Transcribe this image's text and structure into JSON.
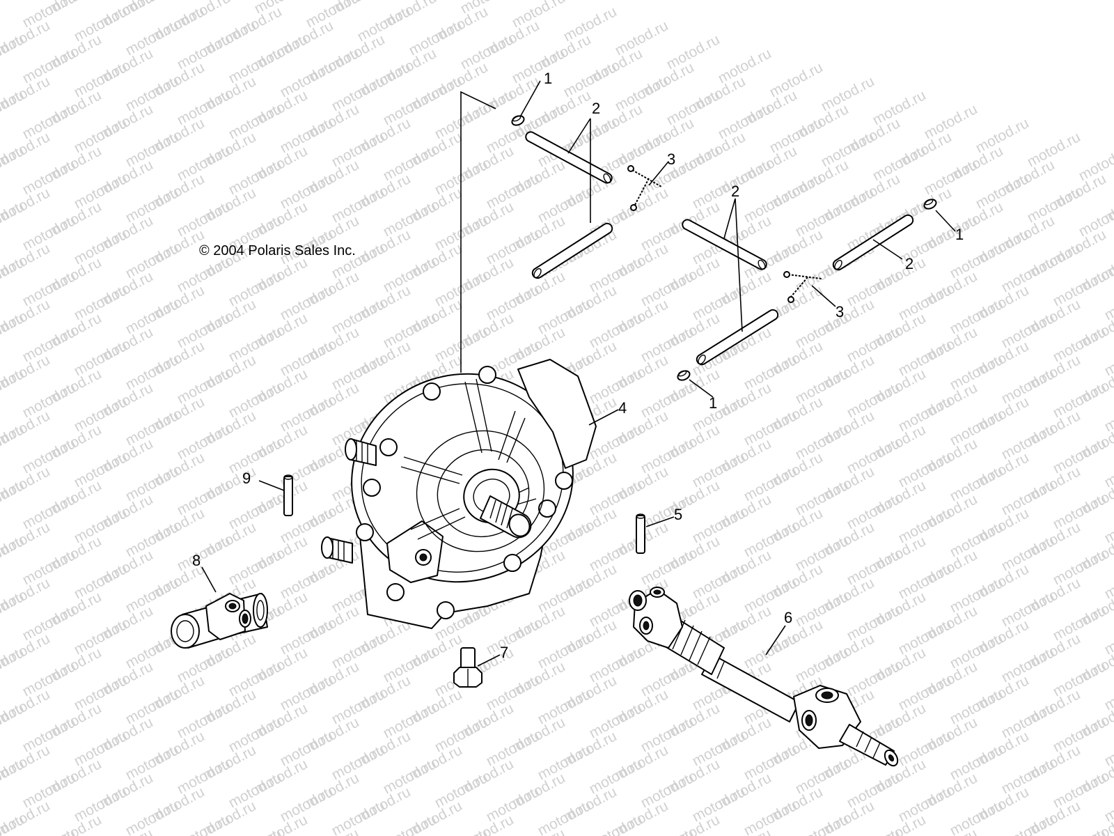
{
  "watermark": {
    "text": "motod.ru"
  },
  "copyright": "© 2004 Polaris Sales Inc.",
  "callouts": [
    {
      "id": "c1a",
      "label": "1"
    },
    {
      "id": "c2a",
      "label": "2"
    },
    {
      "id": "c3a",
      "label": "3"
    },
    {
      "id": "c2b",
      "label": "2"
    },
    {
      "id": "c1b",
      "label": "1"
    },
    {
      "id": "c2c",
      "label": "2"
    },
    {
      "id": "c3b",
      "label": "3"
    },
    {
      "id": "c1c",
      "label": "1"
    },
    {
      "id": "c4",
      "label": "4"
    },
    {
      "id": "c9",
      "label": "9"
    },
    {
      "id": "c5",
      "label": "5"
    },
    {
      "id": "c8",
      "label": "8"
    },
    {
      "id": "c6",
      "label": "6"
    },
    {
      "id": "c7",
      "label": "7"
    }
  ]
}
